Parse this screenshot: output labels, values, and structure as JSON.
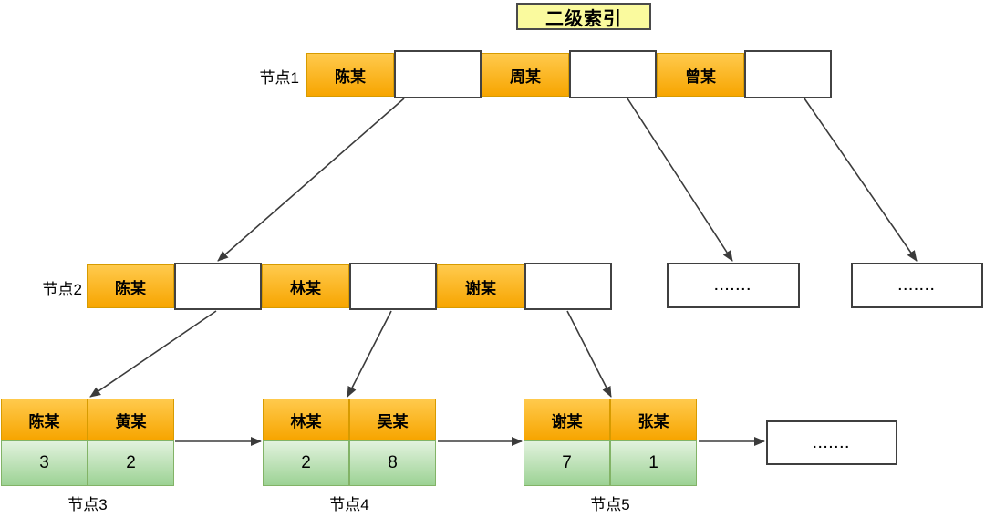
{
  "title": "二级索引",
  "colors": {
    "orange_top": "#FFCA4D",
    "orange_bottom": "#F7A500",
    "green_top": "#E2F2DE",
    "green_bottom": "#9CD294",
    "title_bg": "#FAFA9E",
    "arrow": "#3B3B3B"
  },
  "index_nodes": [
    {
      "label": "节点1",
      "keys": [
        "陈某",
        "周某",
        "曾某"
      ]
    },
    {
      "label": "节点2",
      "keys": [
        "陈某",
        "林某",
        "谢某"
      ]
    }
  ],
  "leaf_nodes": [
    {
      "label": "节点3",
      "keys": [
        "陈某",
        "黄某"
      ],
      "values": [
        "3",
        "2"
      ]
    },
    {
      "label": "节点4",
      "keys": [
        "林某",
        "吴某"
      ],
      "values": [
        "2",
        "8"
      ]
    },
    {
      "label": "节点5",
      "keys": [
        "谢某",
        "张某"
      ],
      "values": [
        "7",
        "1"
      ]
    }
  ],
  "ellipsis": "......."
}
